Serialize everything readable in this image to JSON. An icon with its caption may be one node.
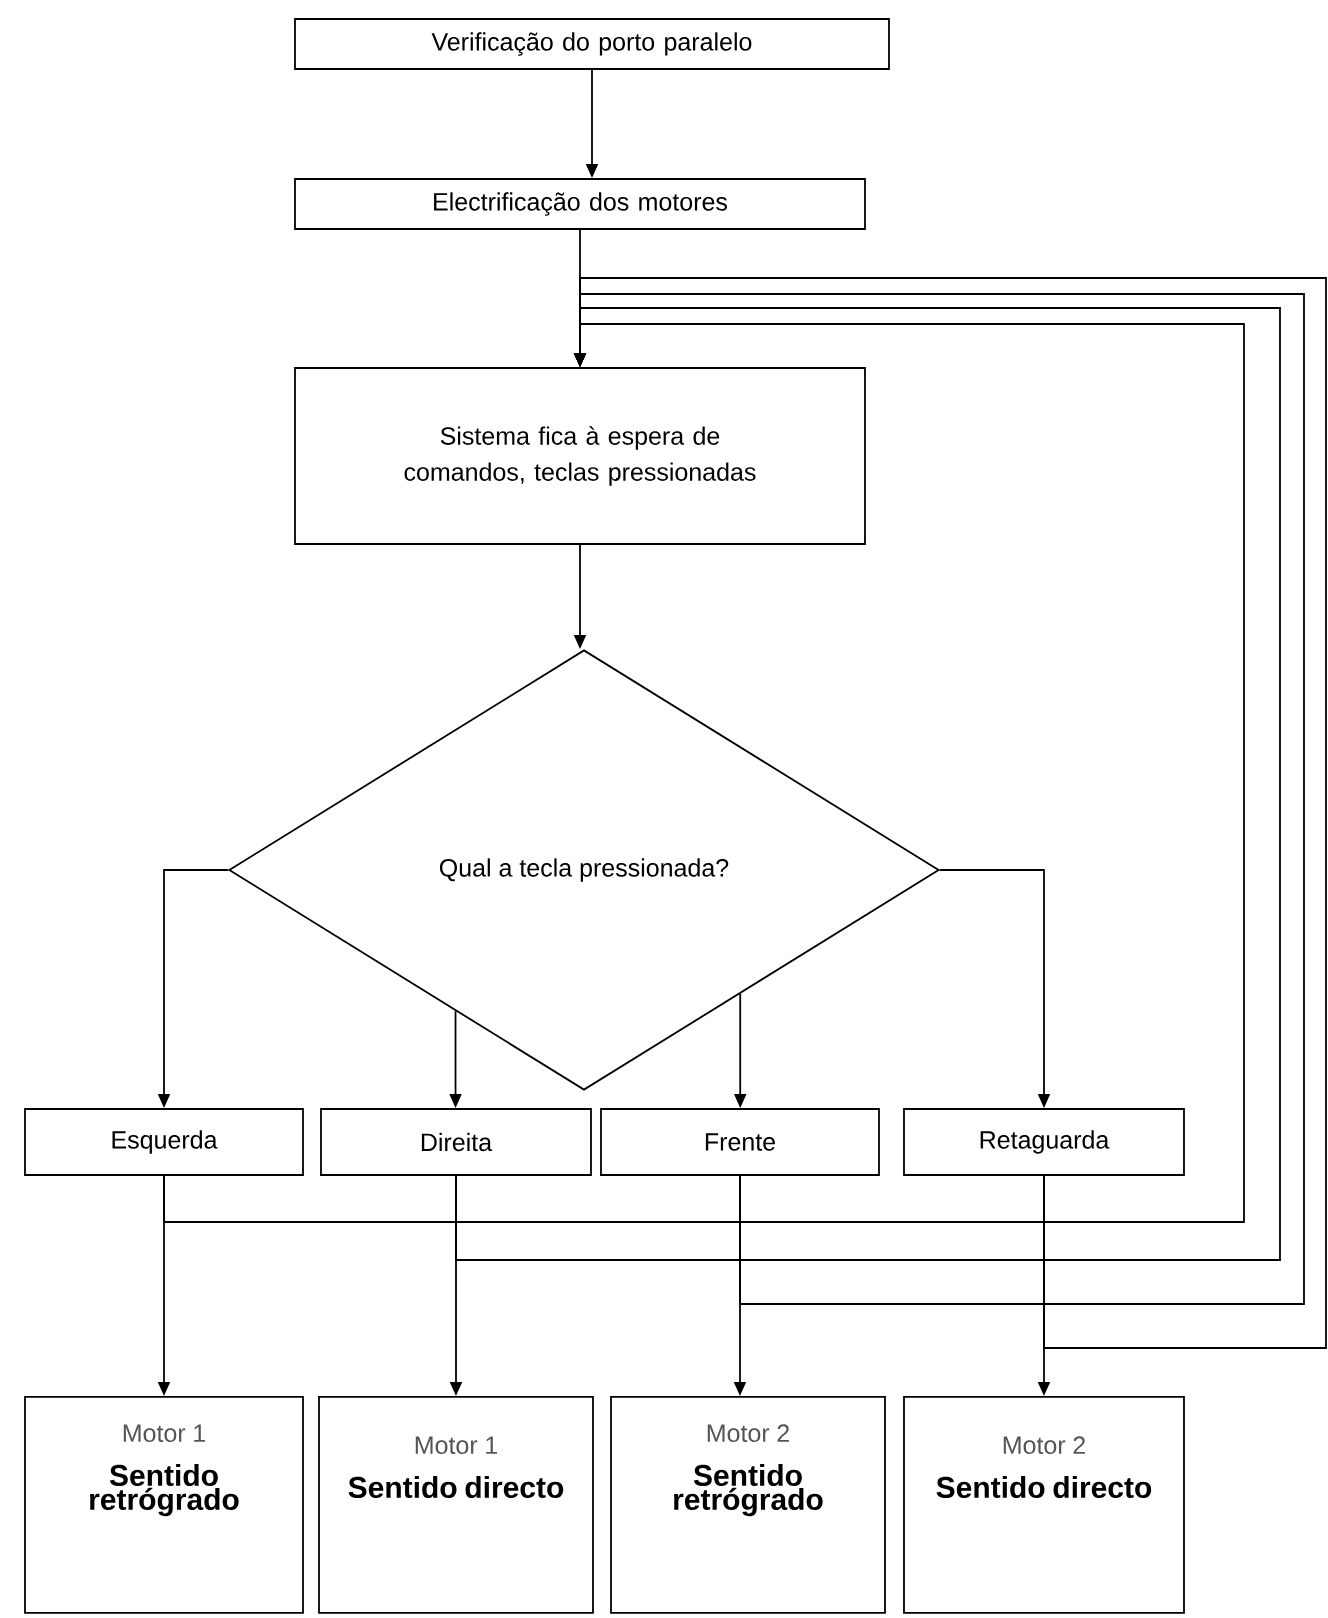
{
  "diagram": {
    "nodes": [
      {
        "text": [
          "Verificação do porto paralelo"
        ]
      },
      {
        "text": [
          "Electrificação dos motores"
        ]
      },
      {
        "text": [
          "Sistema fica à espera de comandos, teclas pressionadas"
        ]
      },
      {
        "text": [
          "Qual a tecla pressionada?"
        ]
      },
      {
        "text": [
          "Esquerda"
        ]
      },
      {
        "text": [
          "Direita"
        ]
      },
      {
        "text": [
          "Frente"
        ]
      },
      {
        "text": [
          "Retaguarda"
        ]
      },
      {
        "text": [
          "Motor 1",
          "Sentido retrógrado"
        ]
      },
      {
        "text": [
          "Motor 1",
          "Sentido directo"
        ]
      },
      {
        "text": [
          "Motor 2",
          "Sentido retrógrado"
        ]
      },
      {
        "text": [
          "Motor 2",
          "Sentido directo"
        ]
      }
    ],
    "edges": [
      {
        "from": 0,
        "to": 1,
        "arrow": "to"
      },
      {
        "from": 1,
        "to": 2,
        "arrow": "to"
      },
      {
        "from": 2,
        "to": 3,
        "arrow": "to"
      },
      {
        "from": 3,
        "to": 4,
        "arrow": "to"
      },
      {
        "from": 3,
        "to": 5,
        "arrow": "to"
      },
      {
        "from": 3,
        "to": 6,
        "arrow": "to"
      },
      {
        "from": 3,
        "to": 7,
        "arrow": "to"
      },
      {
        "from": 4,
        "to": 8,
        "arrow": "to"
      },
      {
        "from": 5,
        "to": 9,
        "arrow": "to"
      },
      {
        "from": 6,
        "to": 10,
        "arrow": "to"
      },
      {
        "from": 7,
        "to": 11,
        "arrow": "to"
      },
      {
        "from": 4,
        "to": 2,
        "arrow": "to"
      },
      {
        "from": 5,
        "to": 2,
        "arrow": "to"
      },
      {
        "from": 6,
        "to": 2,
        "arrow": "to"
      },
      {
        "from": 7,
        "to": 2,
        "arrow": "to"
      }
    ]
  }
}
